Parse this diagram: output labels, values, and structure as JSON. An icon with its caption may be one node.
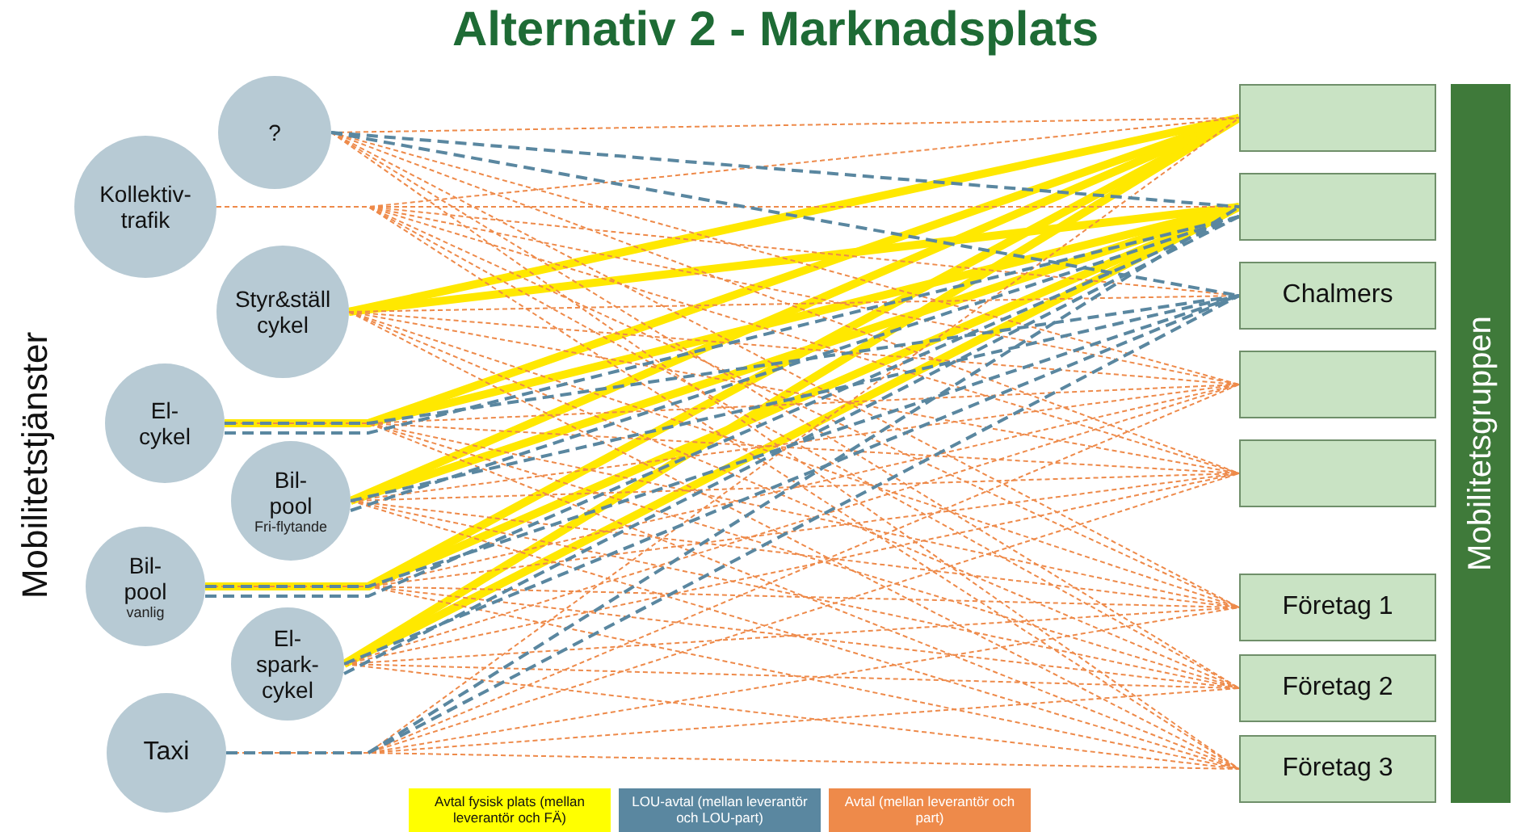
{
  "diagram": {
    "title": "Alternativ 2 - Marknadsplats",
    "nodes": [
      {
        "text": [
          "?"
        ]
      },
      {
        "text": [
          "Kollektiv-trafik"
        ]
      },
      {
        "text": [
          "Styr&ställ cykel"
        ]
      },
      {
        "text": [
          "El-cykel"
        ]
      },
      {
        "text": [
          "Bil-pool",
          "Fri-flytande"
        ]
      },
      {
        "text": [
          "Bil-pool",
          "vanlig"
        ]
      },
      {
        "text": [
          "El-spark-cykel"
        ]
      },
      {
        "text": [
          "Taxi"
        ]
      },
      {
        "text": [],
        "shape": "box"
      },
      {
        "text": [],
        "shape": "box"
      },
      {
        "text": [
          "Chalmers"
        ]
      },
      {
        "text": [],
        "shape": "box"
      },
      {
        "text": [],
        "shape": "box"
      },
      {
        "text": [
          "Företag 1"
        ]
      },
      {
        "text": [
          "Företag 2"
        ]
      },
      {
        "text": [
          "Företag 3"
        ]
      },
      {
        "text": [
          "Mobilitetsgruppen"
        ]
      }
    ],
    "edges": [
      {
        "from": 2,
        "to": 8,
        "arrow": "none",
        "style": "thick",
        "color": "#ffe800"
      },
      {
        "from": 2,
        "to": 9,
        "arrow": "none",
        "style": "thick",
        "color": "#ffe800"
      },
      {
        "from": 3,
        "to": 8,
        "arrow": "none",
        "style": "thick",
        "color": "#ffe800"
      },
      {
        "from": 3,
        "to": 9,
        "arrow": "none",
        "style": "thick",
        "color": "#ffe800"
      },
      {
        "from": 4,
        "to": 8,
        "arrow": "none",
        "style": "thick",
        "color": "#ffe800"
      },
      {
        "from": 4,
        "to": 9,
        "arrow": "none",
        "style": "thick",
        "color": "#ffe800"
      },
      {
        "from": 5,
        "to": 8,
        "arrow": "none",
        "style": "thick",
        "color": "#ffe800"
      },
      {
        "from": 5,
        "to": 9,
        "arrow": "none",
        "style": "thick",
        "color": "#ffe800"
      },
      {
        "from": 6,
        "to": 8,
        "arrow": "none",
        "style": "thick",
        "color": "#ffe800"
      },
      {
        "from": 6,
        "to": 9,
        "arrow": "none",
        "style": "thick",
        "color": "#ffe800"
      },
      {
        "from": 0,
        "to": 8,
        "arrow": "none",
        "style": "dashed"
      },
      {
        "from": 0,
        "to": 11,
        "arrow": "none",
        "style": "dashed"
      },
      {
        "from": 0,
        "to": 12,
        "arrow": "none",
        "style": "dashed"
      },
      {
        "from": 0,
        "to": 13,
        "arrow": "none",
        "style": "dashed"
      },
      {
        "from": 0,
        "to": 14,
        "arrow": "none",
        "style": "dashed"
      },
      {
        "from": 0,
        "to": 15,
        "arrow": "none",
        "style": "dashed"
      },
      {
        "from": 1,
        "to": 8,
        "arrow": "none",
        "style": "dashed"
      },
      {
        "from": 1,
        "to": 9,
        "arrow": "none",
        "style": "dashed"
      },
      {
        "from": 1,
        "to": 10,
        "arrow": "none",
        "style": "dashed"
      },
      {
        "from": 1,
        "to": 11,
        "arrow": "none",
        "style": "dashed"
      },
      {
        "from": 1,
        "to": 12,
        "arrow": "none",
        "style": "dashed"
      },
      {
        "from": 1,
        "to": 13,
        "arrow": "none",
        "style": "dashed"
      },
      {
        "from": 1,
        "to": 14,
        "arrow": "none",
        "style": "dashed"
      },
      {
        "from": 1,
        "to": 15,
        "arrow": "none",
        "style": "dashed"
      },
      {
        "from": 2,
        "to": 10,
        "arrow": "none",
        "style": "dashed"
      },
      {
        "from": 2,
        "to": 11,
        "arrow": "none",
        "style": "dashed"
      },
      {
        "from": 2,
        "to": 12,
        "arrow": "none",
        "style": "dashed"
      },
      {
        "from": 2,
        "to": 13,
        "arrow": "none",
        "style": "dashed"
      },
      {
        "from": 2,
        "to": 14,
        "arrow": "none",
        "style": "dashed"
      },
      {
        "from": 2,
        "to": 15,
        "arrow": "none",
        "style": "dashed"
      },
      {
        "from": 3,
        "to": 11,
        "arrow": "none",
        "style": "dashed"
      },
      {
        "from": 3,
        "to": 12,
        "arrow": "none",
        "style": "dashed"
      },
      {
        "from": 3,
        "to": 13,
        "arrow": "none",
        "style": "dashed"
      },
      {
        "from": 3,
        "to": 14,
        "arrow": "none",
        "style": "dashed"
      },
      {
        "from": 3,
        "to": 15,
        "arrow": "none",
        "style": "dashed"
      },
      {
        "from": 4,
        "to": 11,
        "arrow": "none",
        "style": "dashed"
      },
      {
        "from": 4,
        "to": 12,
        "arrow": "none",
        "style": "dashed"
      },
      {
        "from": 4,
        "to": 13,
        "arrow": "none",
        "style": "dashed"
      },
      {
        "from": 4,
        "to": 14,
        "arrow": "none",
        "style": "dashed"
      },
      {
        "from": 4,
        "to": 15,
        "arrow": "none",
        "style": "dashed"
      },
      {
        "from": 5,
        "to": 11,
        "arrow": "none",
        "style": "dashed"
      },
      {
        "from": 5,
        "to": 12,
        "arrow": "none",
        "style": "dashed"
      },
      {
        "from": 5,
        "to": 13,
        "arrow": "none",
        "style": "dashed"
      },
      {
        "from": 5,
        "to": 14,
        "arrow": "none",
        "style": "dashed"
      },
      {
        "from": 5,
        "to": 15,
        "arrow": "none",
        "style": "dashed"
      },
      {
        "from": 6,
        "to": 11,
        "arrow": "none",
        "style": "dashed"
      },
      {
        "from": 6,
        "to": 12,
        "arrow": "none",
        "style": "dashed"
      },
      {
        "from": 6,
        "to": 13,
        "arrow": "none",
        "style": "dashed"
      },
      {
        "from": 6,
        "to": 14,
        "arrow": "none",
        "style": "dashed"
      },
      {
        "from": 6,
        "to": 15,
        "arrow": "none",
        "style": "dashed"
      },
      {
        "from": 7,
        "to": 8,
        "arrow": "none",
        "style": "dashed"
      },
      {
        "from": 7,
        "to": 11,
        "arrow": "none",
        "style": "dashed"
      },
      {
        "from": 7,
        "to": 12,
        "arrow": "none",
        "style": "dashed"
      },
      {
        "from": 7,
        "to": 13,
        "arrow": "none",
        "style": "dashed"
      },
      {
        "from": 7,
        "to": 14,
        "arrow": "none",
        "style": "dashed"
      },
      {
        "from": 7,
        "to": 15,
        "arrow": "none",
        "style": "dashed"
      },
      {
        "from": 0,
        "to": 9,
        "arrow": "none",
        "style": "dashed",
        "color": "#5a87a0"
      },
      {
        "from": 0,
        "to": 10,
        "arrow": "none",
        "style": "dashed",
        "color": "#5a87a0"
      },
      {
        "from": 3,
        "to": 9,
        "arrow": "none",
        "style": "dashed",
        "color": "#5a87a0"
      },
      {
        "from": 3,
        "to": 10,
        "arrow": "none",
        "style": "dashed",
        "color": "#5a87a0"
      },
      {
        "from": 4,
        "to": 9,
        "arrow": "none",
        "style": "dashed",
        "color": "#5a87a0"
      },
      {
        "from": 4,
        "to": 10,
        "arrow": "none",
        "style": "dashed",
        "color": "#5a87a0"
      },
      {
        "from": 5,
        "to": 9,
        "arrow": "none",
        "style": "dashed",
        "color": "#5a87a0"
      },
      {
        "from": 5,
        "to": 10,
        "arrow": "none",
        "style": "dashed",
        "color": "#5a87a0"
      },
      {
        "from": 6,
        "to": 9,
        "arrow": "none",
        "style": "dashed",
        "color": "#5a87a0"
      },
      {
        "from": 6,
        "to": 10,
        "arrow": "none",
        "style": "dashed",
        "color": "#5a87a0"
      },
      {
        "from": 7,
        "to": 9,
        "arrow": "none",
        "style": "dashed",
        "color": "#5a87a0"
      },
      {
        "from": 7,
        "to": 10,
        "arrow": "none",
        "style": "dashed",
        "color": "#5a87a0"
      }
    ],
    "labels": [
      "Mobilitetstjänster"
    ],
    "legend": [
      {
        "text": "Avtal fysisk plats (mellan leverantör och FÄ)",
        "color": "#ffff00"
      },
      {
        "text": "LOU-avtal (mellan leverantör och LOU-part)",
        "color": "#5a87a0"
      },
      {
        "text": "Avtal (mellan leverantör och part)",
        "color": "#ee8a4a"
      }
    ]
  }
}
